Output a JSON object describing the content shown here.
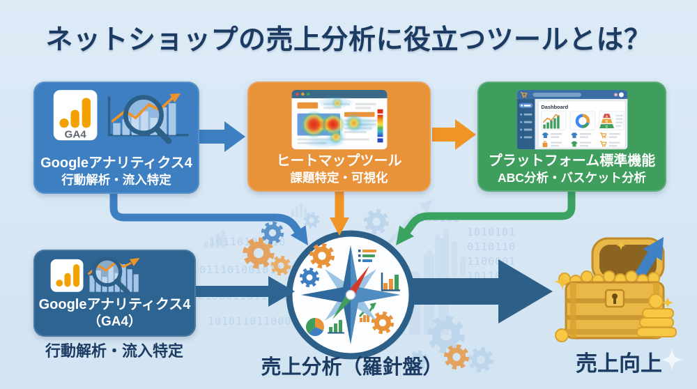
{
  "title": "ネットショップの売上分析に役立つツールとは？",
  "colors": {
    "background": "#d9e8f5",
    "title_text": "#1c3b63",
    "box_blue": "#3d7fc1",
    "box_orange": "#e8923a",
    "box_green": "#3f9e5e",
    "box_dark_blue": "#2e6492",
    "arrow_orange": "#f09426",
    "arrow_green": "#3aa35f",
    "arrow_dark_blue": "#2d6089",
    "gold": "#e8b53a"
  },
  "boxes": {
    "ga4_top": {
      "logo_text": "GA4",
      "line1": "Googleアナリティクス4",
      "line2": "行動解析・流入特定"
    },
    "heatmap": {
      "line1": "ヒートマップツール",
      "line2": "課題特定・可視化"
    },
    "platform": {
      "dashboard_label": "Dashboard",
      "abc_labels": [
        "A",
        "B",
        "C"
      ],
      "line1": "プラットフォーム標準機能",
      "line2": "ABC分析・バスケット分析"
    },
    "ga4_bottom": {
      "line1": "Googleアナリティクス4",
      "line2": "（GA4）",
      "caption": "行動解析・流入特定"
    }
  },
  "center": {
    "caption": "売上分析（羅針盤）"
  },
  "goal": {
    "caption": "売上向上"
  },
  "background_code": [
    "10110101010",
    "0111010010110101",
    "0100011011101",
    "1010110110000",
    "1010101",
    "0110110",
    "1100001",
    "1011010",
    "100101"
  ]
}
